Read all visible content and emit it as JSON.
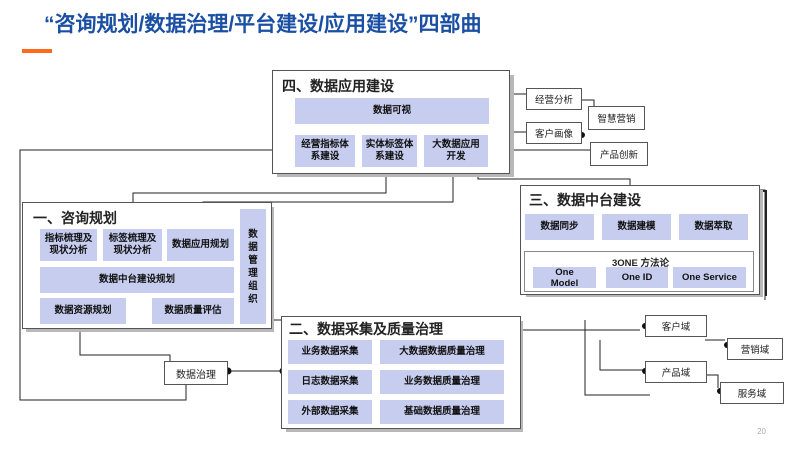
{
  "title": "“咨询规划/数据治理/平台建设/应用建设”四部曲",
  "sections": {
    "app": {
      "title": "四、数据应用建设",
      "viz": "数据可视",
      "blocks": [
        "经营指标体\n系建设",
        "实体标签体\n系建设",
        "大数据应用\n开发"
      ]
    },
    "consult": {
      "title": "一、咨询规划",
      "row1": [
        "指标梳理及\n现状分析",
        "标签梳理及\n现状分析",
        "数据应用规划"
      ],
      "middle": "数据中台建设规划",
      "row3": [
        "数据资源规划",
        "数据质量评估"
      ],
      "org": "数据管理组织"
    },
    "platform": {
      "title": "三、数据中台建设",
      "blocks": [
        "数据同步",
        "数据建模",
        "数据萃取"
      ],
      "method_title": "3ONE 方法论",
      "method": [
        "One\nModel",
        "One ID",
        "One Service"
      ]
    },
    "collect": {
      "title": "二、数据采集及质量治理",
      "left": [
        "业务数据采集",
        "日志数据采集",
        "外部数据采集"
      ],
      "right": [
        "大数据数据质量治理",
        "业务数据质量治理",
        "基础数据质量治理"
      ]
    }
  },
  "app_tags": [
    "经营分析",
    "智慧营销",
    "客户画像",
    "产品创新"
  ],
  "governance_tag": "数据治理",
  "domain_tags": [
    "客户域",
    "营销域",
    "产品域",
    "服务域"
  ],
  "page_number": "20",
  "colors": {
    "title": "#1a4fa3",
    "accent": "#ff6a1a",
    "block": "#c7cdef",
    "line": "#222222"
  }
}
